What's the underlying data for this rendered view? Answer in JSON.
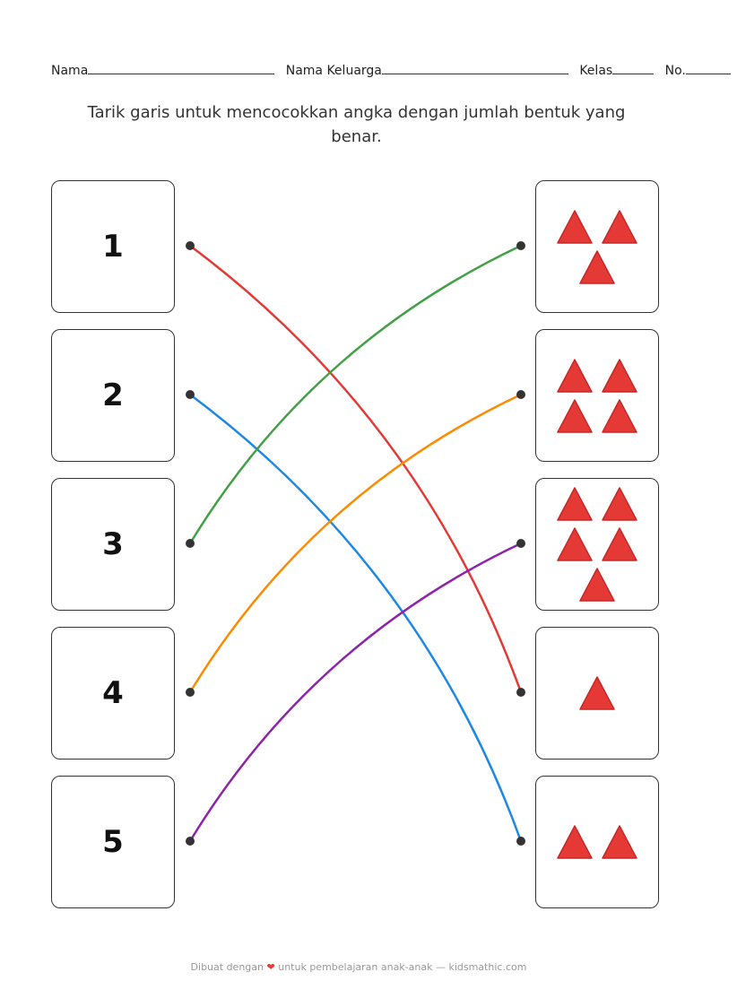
{
  "header": {
    "name_label": "Nama",
    "family_label": "Nama Keluarga",
    "class_label": "Kelas",
    "no_label": "No."
  },
  "instruction": "Tarik garis untuk mencocokkan angka dengan jumlah bentuk yang benar.",
  "left_numbers": [
    "1",
    "2",
    "3",
    "4",
    "5"
  ],
  "right_counts": [
    3,
    4,
    5,
    1,
    2
  ],
  "shape": "triangle-icon",
  "connections": [
    {
      "from": 0,
      "to": 3,
      "color": "#e53935"
    },
    {
      "from": 1,
      "to": 4,
      "color": "#1e88e5"
    },
    {
      "from": 2,
      "to": 0,
      "color": "#43a047"
    },
    {
      "from": 3,
      "to": 1,
      "color": "#fb8c00"
    },
    {
      "from": 4,
      "to": 2,
      "color": "#8e24aa"
    }
  ],
  "colors": {
    "triangle": "#e53935",
    "triangle_stroke": "#c62828",
    "dot": "#333333"
  },
  "footer": {
    "before": "Dibuat dengan",
    "after": "untuk pembelajaran anak-anak — kidsmathic.com"
  }
}
